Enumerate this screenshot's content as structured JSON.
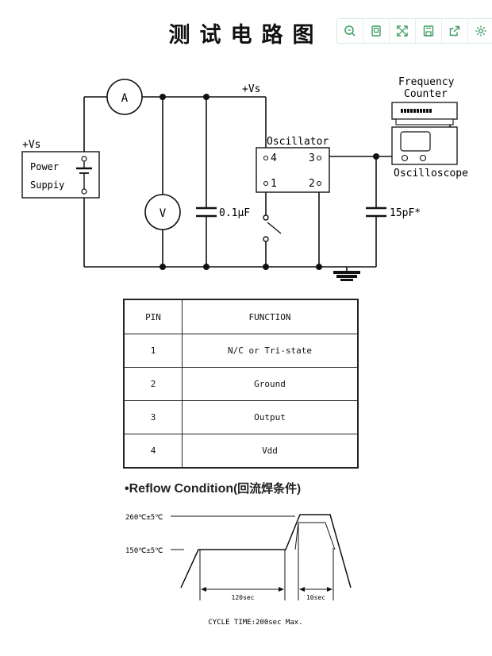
{
  "header": {
    "title": "测试电路图",
    "toolbar": [
      {
        "icon": "search-icon"
      },
      {
        "icon": "copy-icon"
      },
      {
        "icon": "expand-icon"
      },
      {
        "icon": "save-icon"
      },
      {
        "icon": "share-icon"
      },
      {
        "icon": "gear-icon"
      }
    ]
  },
  "circuit": {
    "vs_top": "+Vs",
    "vs_left": "+Vs",
    "power_line1": "Power",
    "power_line2": "Suppiy",
    "ammeter": "A",
    "voltmeter": "V",
    "cap1": "0.1μF",
    "cap2": "15pF*",
    "oscillator": "Oscillator",
    "pin4": "4",
    "pin3": "3",
    "pin1": "1",
    "pin2": "2",
    "freq_line1": "Frequency",
    "freq_line2": "Counter",
    "oscilloscope": "Oscilloscope"
  },
  "pin_table": {
    "headers": [
      "PIN",
      "FUNCTION"
    ],
    "rows": [
      [
        "1",
        "N/C or Tri-state"
      ],
      [
        "2",
        "Ground"
      ],
      [
        "3",
        "Output"
      ],
      [
        "4",
        "Vdd"
      ]
    ]
  },
  "reflow": {
    "title_prefix": "•",
    "title_en": "Reflow Condition",
    "title_cn": "(回流焊条件)",
    "peak_label": "260℃±5℃",
    "preheat_label": "150℃±5℃",
    "preheat_time": "120sec",
    "peak_time": "10sec",
    "cycle_time": "CYCLE TIME:200sec Max."
  },
  "colors": {
    "toolbar_icon": "#3a9c5f",
    "line": "#111111"
  }
}
